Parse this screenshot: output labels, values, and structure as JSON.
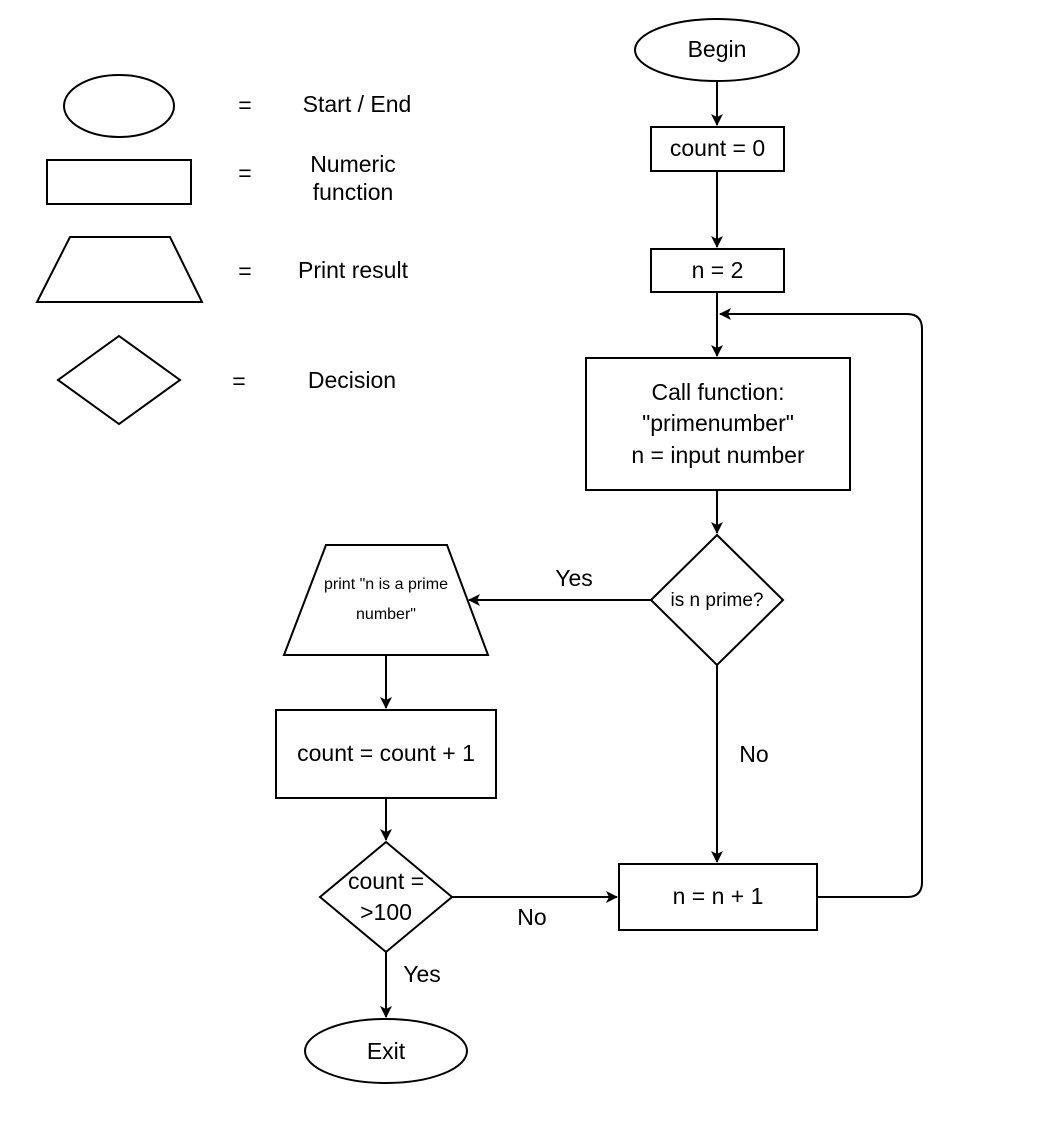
{
  "legend": {
    "items": [
      {
        "symbol": "oval",
        "equals": "=",
        "label": "Start / End"
      },
      {
        "symbol": "rectangle",
        "equals": "=",
        "label": "Numeric function"
      },
      {
        "symbol": "trapezoid",
        "equals": "=",
        "label": "Print result"
      },
      {
        "symbol": "diamond",
        "equals": "=",
        "label": "Decision"
      }
    ]
  },
  "nodes": {
    "begin": "Begin",
    "count_init": "count = 0",
    "n_init": "n = 2",
    "call_function": "Call function:\n\"primenumber\"\nn = input number",
    "is_prime": "is n prime?",
    "print_prime": "print \"n is a prime number\"",
    "count_increment": "count = count + 1",
    "count_check": "count =\n>100",
    "n_increment": "n = n + 1",
    "exit": "Exit"
  },
  "edge_labels": {
    "is_prime_yes": "Yes",
    "is_prime_no": "No",
    "count_check_no": "No",
    "count_check_yes": "Yes"
  }
}
